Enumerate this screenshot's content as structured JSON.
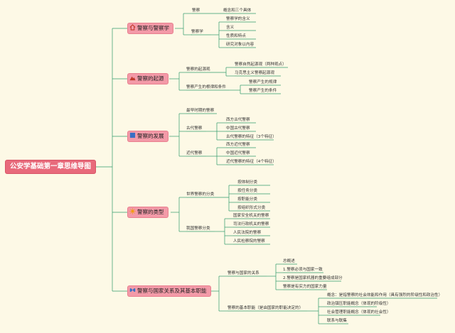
{
  "root": "公安学基础第一章思维导图",
  "sections": {
    "s1": {
      "title": "警察与警察学",
      "icon": "home-icon",
      "police": "警察",
      "police_note": "概念和三个具体",
      "science": "警察学",
      "science_items": [
        "警察学的含义",
        "含义",
        "性质和特点",
        "研究对象以内容"
      ]
    },
    "s2": {
      "title": "警察的起源",
      "icon": "mountain-icon",
      "theory": "警察的起源观",
      "theory_items": [
        "警察自然起源观（两种观点）",
        "马克思主义警察起源观"
      ],
      "cond": "警察产生的根律和条件",
      "cond_items": [
        "警察产生的规律",
        "警察产生的条件"
      ]
    },
    "s3": {
      "title": "警察的发展",
      "icon": "square-icon",
      "early": "最早时期的警察",
      "ancient": "古代警察",
      "ancient_items": [
        "西方古代警察",
        "中国古代警察",
        "古代警察的特征（3个特征）"
      ],
      "modern": "近代警察",
      "modern_items": [
        "西方近代警察",
        "中国近代警察",
        "近代警察的特征（4个特征）"
      ]
    },
    "s4": {
      "title": "警察的类型",
      "icon": "sun-icon",
      "world": "世界警察的分类",
      "world_items": [
        "按体制分类",
        "按任务分类",
        "按职能分类",
        "按组织形式分类"
      ],
      "china": "我国警察分类",
      "china_items": [
        "国家安全机关的警察",
        "司法行政机关的警察",
        "人民法院的警察",
        "人民检察院的警察"
      ]
    },
    "s5": {
      "title": "警察与国家关系及其基本职能",
      "icon": "butterfly-icon",
      "rel": "警察与国家的关系",
      "rel_items": [
        "总概述",
        "1.警察必须与国家一致",
        "2.警察是国家机器的重要组成部分",
        "警察是有实力的国家力量"
      ],
      "func": "警察的基本职能（是由国家的职能决定的）",
      "func_items": [
        "概念：是指警察的社会效能和作用（具有强烈的阶级性和政治性）",
        "政治镇压职能概念（体现的阶级性）",
        "社会管理职能概念（体现的社会性）",
        "联系与联集"
      ]
    }
  },
  "colors": {
    "root_bg": "#e86a7b",
    "section_bg": "#f39aa8",
    "line": "#2e9a6a",
    "background": "#fdf9e6"
  }
}
